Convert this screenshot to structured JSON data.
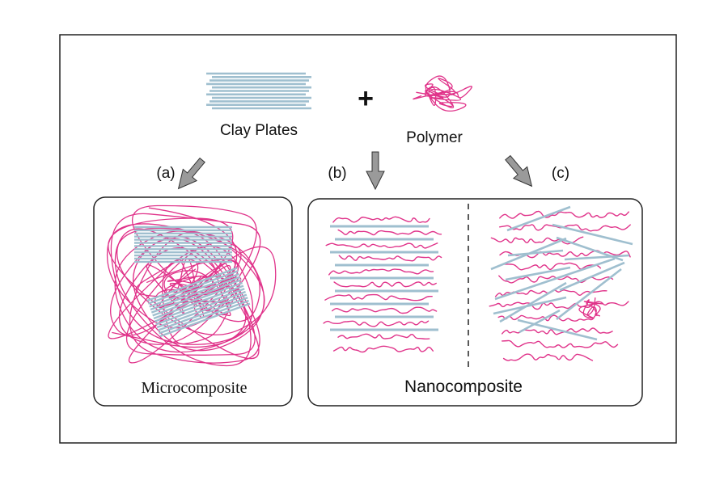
{
  "inputs": {
    "clay_label": "Clay Plates",
    "plus_sign": "+",
    "polymer_label": "Polymer"
  },
  "paths": {
    "a_label": "(a)",
    "b_label": "(b)",
    "c_label": "(c)"
  },
  "results": {
    "micro_label": "Microcomposite",
    "nano_label": "Nanocomposite"
  },
  "colors": {
    "clay": "#9fbfcf",
    "polymer": "#e0338a",
    "arrow_fill": "#9a9a9a",
    "frame": "#222222"
  }
}
